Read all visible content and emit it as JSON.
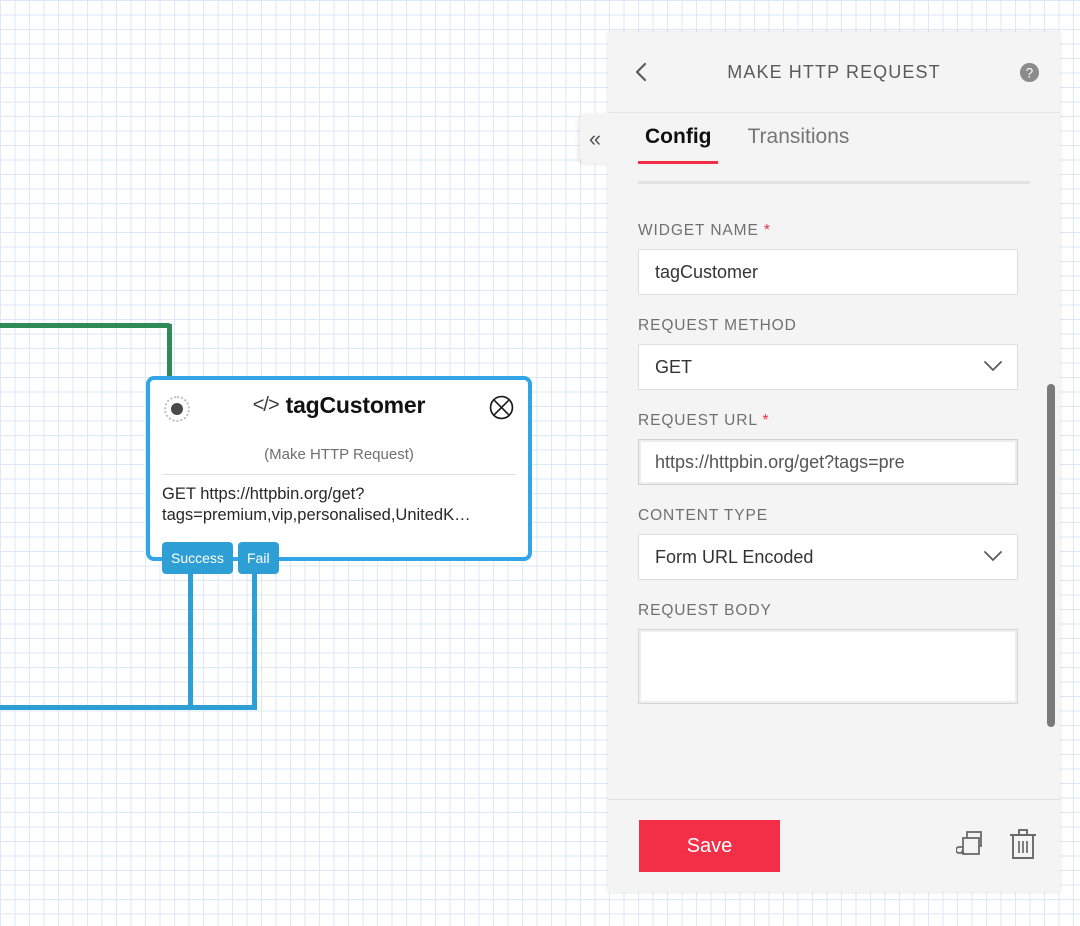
{
  "canvas": {
    "node": {
      "title": "tagCustomer",
      "code_icon": "</>",
      "subtitle": "(Make HTTP Request)",
      "body": "GET https://httpbin.org/get?\ntags=premium,vip,personalised,UnitedK…",
      "badges": [
        {
          "label": "Success"
        },
        {
          "label": "Fail"
        }
      ]
    },
    "colors": {
      "node_border": "#32a4e8",
      "grid_line": "#dde9f7",
      "success_connector": "#2e8b57",
      "blue_connector": "#2e9fd4"
    }
  },
  "panel": {
    "header": {
      "title": "MAKE HTTP REQUEST",
      "back_label": "‹",
      "help_label": "?"
    },
    "collapse": {
      "label": "«"
    },
    "tabs": [
      {
        "label": "Config",
        "active": true
      },
      {
        "label": "Transitions",
        "active": false
      }
    ],
    "fields": [
      {
        "label": "WIDGET NAME",
        "required": true,
        "type": "text",
        "value": "tagCustomer"
      },
      {
        "label": "REQUEST METHOD",
        "required": false,
        "type": "select",
        "value": "GET"
      },
      {
        "label": "REQUEST URL",
        "required": true,
        "type": "text",
        "value": "https://httpbin.org/get?tags=pre"
      },
      {
        "label": "CONTENT TYPE",
        "required": false,
        "type": "select",
        "value": "Form URL Encoded"
      },
      {
        "label": "REQUEST BODY",
        "required": false,
        "type": "textarea",
        "value": ""
      }
    ],
    "footer": {
      "save_label": "Save",
      "duplicate_title": "Duplicate",
      "delete_title": "Delete"
    },
    "accent_color": "#F22F46"
  }
}
